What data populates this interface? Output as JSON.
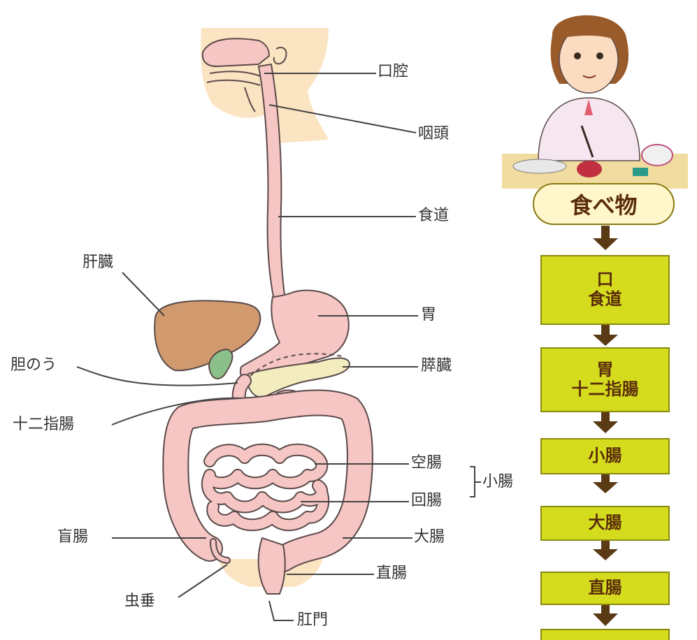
{
  "anatomy_labels": {
    "oral_cavity": "口腔",
    "pharynx": "咽頭",
    "esophagus": "食道",
    "liver": "肝臓",
    "stomach": "胃",
    "gallbladder": "胆のう",
    "pancreas": "膵臓",
    "duodenum": "十二指腸",
    "jejunum": "空腸",
    "ileum": "回腸",
    "small_intestine": "小腸",
    "cecum": "盲腸",
    "large_intestine": "大腸",
    "appendix": "虫垂",
    "rectum": "直腸",
    "anus": "肛門"
  },
  "flow": {
    "start": "食べ物",
    "steps": [
      {
        "lines": [
          "口",
          "食道"
        ]
      },
      {
        "lines": [
          "胃",
          "十二指腸"
        ]
      },
      {
        "lines": [
          "小腸"
        ]
      },
      {
        "lines": [
          "大腸"
        ]
      },
      {
        "lines": [
          "直腸"
        ]
      },
      {
        "lines": [
          ""
        ]
      }
    ]
  },
  "colors": {
    "tract": "#f5c6c3",
    "tract_outline": "#5a4a4a",
    "liver": "#d09a6e",
    "gallbladder": "#8cc08a",
    "pancreas": "#f3ecbe",
    "skin": "#fbe4c2",
    "box_fill": "#d5dc1e",
    "box_text": "#5a2d0a",
    "arrow": "#5a3a14"
  }
}
